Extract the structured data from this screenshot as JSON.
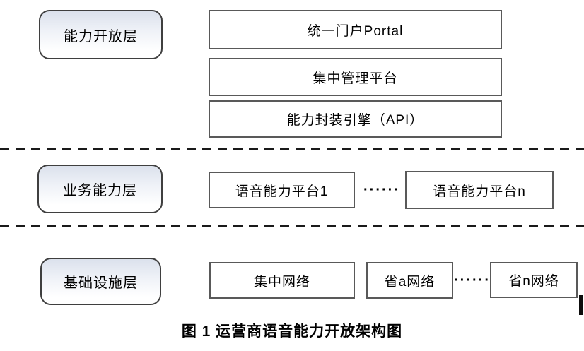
{
  "figure": {
    "caption": "图 1 运营商语音能力开放架构图"
  },
  "diagram": {
    "layers": [
      {
        "name": "能力开放层",
        "components": [
          "统一门户Portal",
          "集中管理平台",
          "能力封装引擎（API）"
        ]
      },
      {
        "name": "业务能力层",
        "components": [
          "语音能力平台1",
          "语音能力平台n"
        ],
        "ellipsis": "······"
      },
      {
        "name": "基础设施层",
        "components": [
          "集中网络",
          "省a网络",
          "省n网络"
        ],
        "ellipsis": "······"
      }
    ],
    "colors": {
      "box_border": "#595959",
      "pill_border": "#3f3f3f",
      "pill_gradient_top": "#dbe1ec",
      "dashed_line": "#1a1a1a",
      "text": "#000000",
      "background": "#ffffff"
    }
  }
}
